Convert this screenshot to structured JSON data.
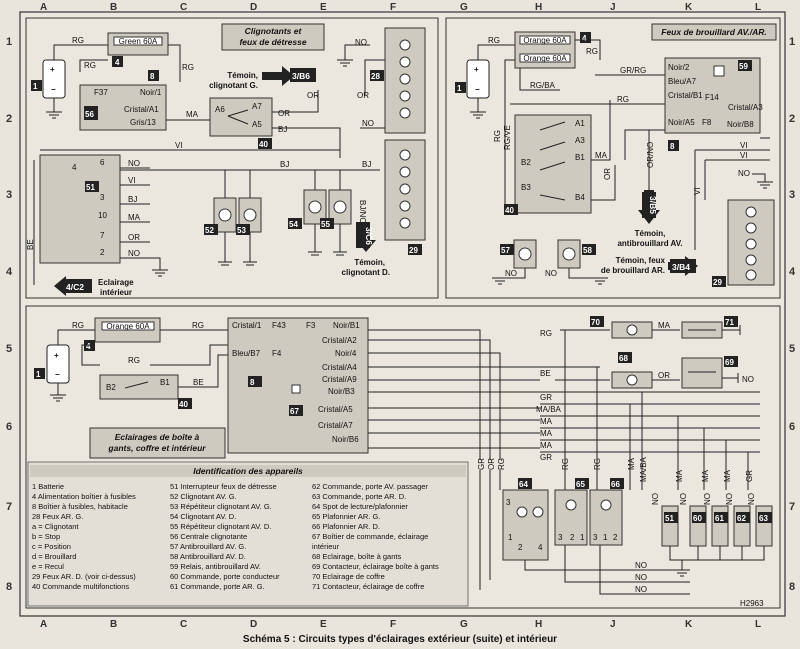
{
  "grid": {
    "letters": [
      "A",
      "B",
      "C",
      "D",
      "E",
      "F",
      "G",
      "H",
      "J",
      "K",
      "L"
    ],
    "numbers": [
      "1",
      "2",
      "3",
      "4",
      "5",
      "6",
      "7",
      "8"
    ]
  },
  "caption": "Schéma 5 : Circuits types d'éclairages extérieur (suite) et intérieur",
  "stamp": "H2963",
  "panel1": {
    "title_l1": "Clignotants et",
    "title_l2": "feux de détresse",
    "fuse": "Green 60A",
    "id_1": "1",
    "id_4": "4",
    "id_8": "8",
    "id_56": "56",
    "id_40": "40",
    "id_51": "51",
    "id_28": "28",
    "id_29": "29",
    "id_52": "52",
    "id_53": "53",
    "id_54": "54",
    "id_55": "55",
    "ref_3b6": "3/B6",
    "ref_3c6": "3/C6",
    "ref_4c2": "4/C2",
    "temoin_g_l1": "Témoin,",
    "temoin_g_l2": "clignotant G.",
    "temoin_d_l1": "Témoin,",
    "temoin_d_l2": "clignotant D.",
    "eclairage_l1": "Eclairage",
    "eclairage_l2": "intérieur",
    "w_rg1": "RG",
    "w_rg2": "RG",
    "w_rg3": "RG",
    "f37": "F37",
    "noir1": "Noir/1",
    "cristal_a1": "Cristal/A1",
    "gris13": "Gris/13",
    "ma1": "MA",
    "ma2": "MA",
    "a6": "A6",
    "a7": "A7",
    "a5": "A5",
    "or1": "OR",
    "or2": "OR",
    "or3": "OR",
    "bj1": "BJ",
    "bj2": "BJ",
    "bj3": "BJ",
    "bj4": "BJ",
    "vi1": "VI",
    "no1": "NO",
    "no2": "NO",
    "no3": "NO",
    "no4": "NO",
    "be": "BE",
    "bj_no": "BJ/NO",
    "pin4": "4",
    "pin6": "6",
    "pin3": "3",
    "pin10": "10",
    "pin7": "7",
    "pin2": "2"
  },
  "panel2": {
    "title": "Feux de brouillard AV./AR.",
    "fuse_a": "Orange 60A",
    "fuse_b": "Orange 60A",
    "id_1": "1",
    "id_4": "4",
    "id_59": "59",
    "id_8": "8",
    "id_40": "40",
    "id_57": "57",
    "id_58": "58",
    "id_29": "29",
    "ref_3b5": "3/B5",
    "ref_3b4": "3/B4",
    "temoin_av_l1": "Témoin,",
    "temoin_av_l2": "antibrouillard AV.",
    "temoin_ar_l1": "Témoin, feux",
    "temoin_ar_l2": "de brouillard AR.",
    "rg1": "RG",
    "rg2": "RG",
    "rg3": "RG",
    "rgba": "RG/BA",
    "rgve": "RG/VE",
    "grrg": "GR/RG",
    "noir2": "Noir/2",
    "bleu_a7": "Bleu/A7",
    "cristal_b1": "Cristal/B1",
    "f14": "F14",
    "cristal_a3": "Cristal/A3",
    "noir_a5": "Noir/A5",
    "f8": "F8",
    "noir_b8": "Noir/B8",
    "ma": "MA",
    "or1": "OR",
    "orno": "OR/NO",
    "vi1": "VI",
    "vi2": "VI",
    "vi3": "VI",
    "no1": "NO",
    "no2": "NO",
    "no3": "NO",
    "a1": "A1",
    "a3": "A3",
    "b1": "B1",
    "b2": "B2",
    "b3": "B3",
    "b4": "B4"
  },
  "panel3": {
    "title_l1": "Eclairages de boîte à",
    "title_l2": "gants, coffre et intérieur",
    "fuse": "Orange 60A",
    "id_1": "1",
    "id_4": "4",
    "id_40": "40",
    "id_8": "8",
    "id_67": "67",
    "id_70": "70",
    "id_71": "71",
    "id_68": "68",
    "id_69": "69",
    "id_64": "64",
    "id_65": "65",
    "id_66": "66",
    "id_51": "51",
    "id_60": "60",
    "id_61": "61",
    "id_62": "62",
    "id_63": "63",
    "rg1": "RG",
    "rg2": "RG",
    "rg3": "RG",
    "rg4": "RG",
    "b2": "B2",
    "b1": "B1",
    "be1": "BE",
    "be2": "BE",
    "cristal1": "Cristal/1",
    "f43": "F43",
    "f3": "F3",
    "noir_b1": "Noir/B1",
    "cristal_a2": "Cristal/A2",
    "bleu_b7": "Bleu/B7",
    "f4": "F4",
    "noir4": "Noir/4",
    "cristal_a4": "Cristal/A4",
    "cristal_a9": "Cristal/A9",
    "noir_b3": "Noir/B3",
    "cristal_a5": "Cristal/A5",
    "cristal_a7": "Cristal/A7",
    "noir_b6": "Noir/B6",
    "ma1": "MA",
    "or1": "OR",
    "no1": "NO",
    "no2": "NO",
    "grw": "GR",
    "maba": "MA/BA",
    "ma2": "MA",
    "ma3": "MA",
    "ma4": "MA",
    "ma5": "MA",
    "gr2": "GR",
    "v_gr": "GR",
    "v_or": "OR",
    "v_rg1": "RG",
    "v_rg2": "RG",
    "v_rg3": "RG",
    "v_ma1": "MA",
    "v_maba": "MA/BA",
    "v_ma2": "MA",
    "v_ma3": "MA",
    "v_ma4": "MA",
    "v_gr2": "GR",
    "v_no1": "NO",
    "v_no2": "NO",
    "v_no3": "NO",
    "v_no4": "NO",
    "v_no5": "NO",
    "b_no1": "NO",
    "b_no2": "NO",
    "b_no3": "NO",
    "p1": "1",
    "p2": "2",
    "p3": "3",
    "p4": "4",
    "p5": "3",
    "p6": "2",
    "p7": "1",
    "p8": "3",
    "p9": "1",
    "p10": "2"
  },
  "legend": {
    "title": "Identification des appareils",
    "col1": [
      "1    Batterie",
      "4    Alimentation boîtier à fusibles",
      "8    Boîtier à fusibles, habitacle",
      "28  Feux AR. G.",
      "       a = Clignotant",
      "       b = Stop",
      "       c = Position",
      "       d = Brouillard",
      "       e = Recul",
      "29  Feux AR. D. (voir ci-dessus)",
      "40  Commande multifonctions"
    ],
    "col2": [
      "51  Interrupteur feux de détresse",
      "52  Clignotant AV. G.",
      "53  Répétiteur clignotant AV. G.",
      "54  Clignotant AV. D.",
      "55  Répétiteur clignotant AV. D.",
      "56  Centrale clignotante",
      "57  Antibrouillard AV. G.",
      "58  Antibrouillard AV. D.",
      "59  Relais, antibrouillard AV.",
      "60  Commande, porte conducteur",
      "61  Commande, porte AR. G."
    ],
    "col3": [
      "62  Commande, porte AV. passager",
      "63  Commande, porte AR. D.",
      "64  Spot de lecture/plafonnier",
      "65  Plafonnier AR. G.",
      "66  Plafonnier AR. D.",
      "67  Boîtier de commande, éclairage",
      "       intérieur",
      "68  Eclairage, boîte à gants",
      "69  Contacteur, éclairage boîte à gants",
      "70  Eclairage de coffre",
      "71  Contacteur, éclairage de coffre"
    ]
  }
}
